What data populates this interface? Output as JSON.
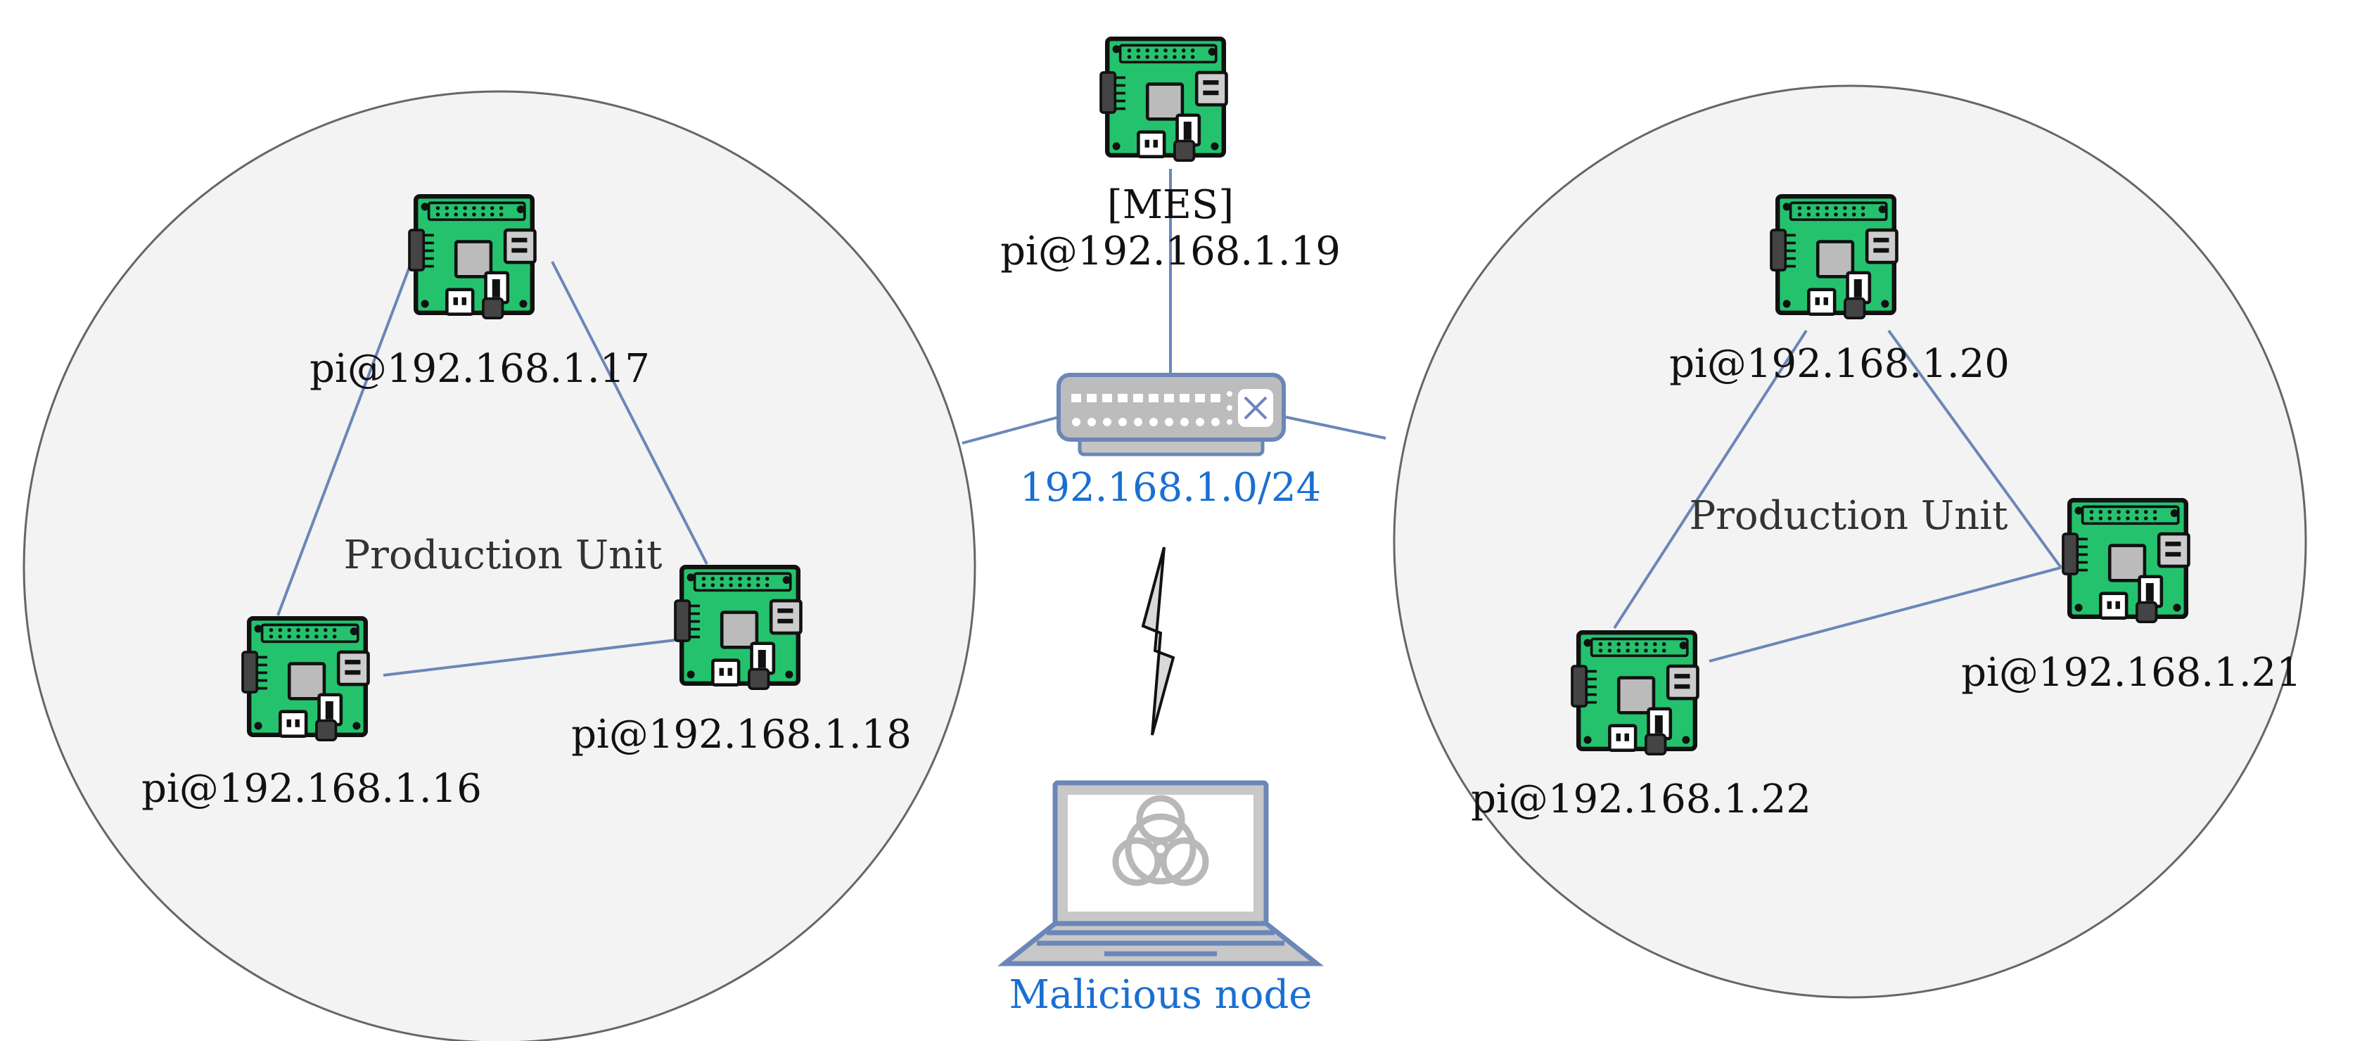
{
  "network": {
    "label": "192.168.1.0/24"
  },
  "mes": {
    "role": "[MES]",
    "address": "pi@192.168.1.19"
  },
  "units": [
    {
      "label": "Production Unit",
      "nodes": [
        {
          "address": "pi@192.168.1.17"
        },
        {
          "address": "pi@192.168.1.16"
        },
        {
          "address": "pi@192.168.1.18"
        }
      ]
    },
    {
      "label": "Production Unit",
      "nodes": [
        {
          "address": "pi@192.168.1.20"
        },
        {
          "address": "pi@192.168.1.22"
        },
        {
          "address": "pi@192.168.1.21"
        }
      ]
    }
  ],
  "attacker": {
    "label": "Malicious node"
  },
  "icons": {
    "device": "raspberry-pi-board-icon",
    "switch": "network-switch-icon",
    "attack": "lightning-bolt-icon",
    "attacker": "laptop-biohazard-icon"
  },
  "colors": {
    "board": "#25c26e",
    "link": "#6b86b8",
    "accent_text": "#1a6fd1",
    "unit_fill": "#f3f3f3",
    "unit_stroke": "#666666"
  }
}
